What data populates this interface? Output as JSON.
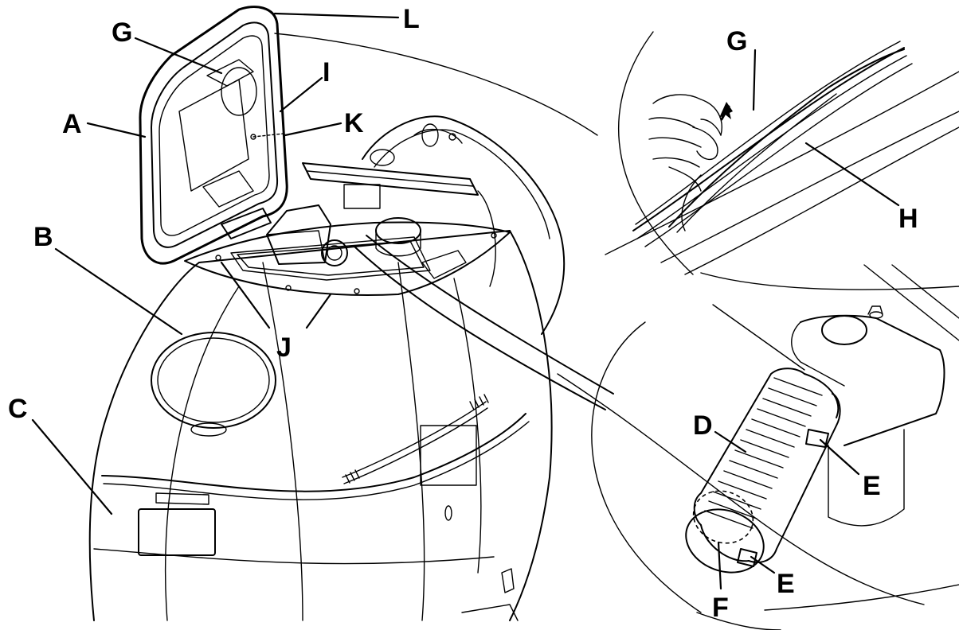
{
  "diagram": {
    "main_view": {
      "callouts": {
        "A": "A",
        "B": "B",
        "C": "C",
        "G": "G",
        "I": "I",
        "J": "J",
        "K": "K",
        "L": "L"
      }
    },
    "detail_gasket": {
      "callouts": {
        "G": "G",
        "H": "H"
      }
    },
    "detail_filter": {
      "callouts": {
        "D": "D",
        "E_upper": "E",
        "E_lower": "E",
        "F": "F"
      }
    },
    "colors": {
      "ink": "#000000",
      "paper": "#ffffff"
    }
  }
}
